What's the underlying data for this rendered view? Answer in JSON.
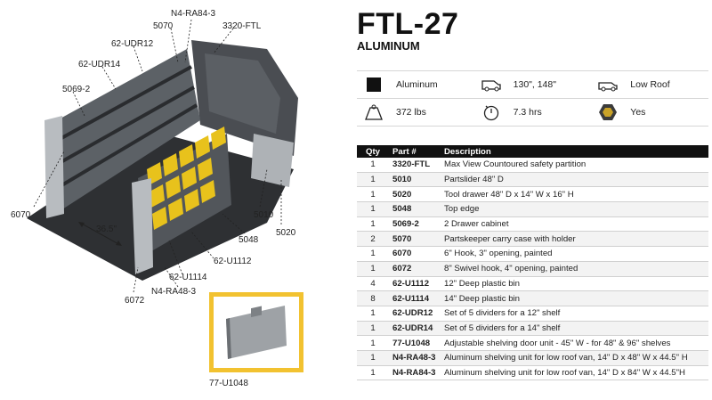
{
  "header": {
    "title": "FTL-27",
    "subtitle": "ALUMINUM"
  },
  "specs": [
    {
      "icon": "square-swatch-icon",
      "label": "Aluminum"
    },
    {
      "icon": "van-icon",
      "label": "130\", 148\""
    },
    {
      "icon": "low-roof-van-icon",
      "label": "Low Roof"
    },
    {
      "icon": "weight-icon",
      "label": "372 lbs"
    },
    {
      "icon": "timer-icon",
      "label": "7.3 hrs"
    },
    {
      "icon": "hex-badge-icon",
      "label": "Yes"
    }
  ],
  "parts_table": {
    "headers": [
      "Qty",
      "Part #",
      "Description"
    ],
    "rows": [
      {
        "qty": "1",
        "part": "3320-FTL",
        "desc": "Max View Countoured safety partition"
      },
      {
        "qty": "1",
        "part": "5010",
        "desc": "Partslider 48\" D"
      },
      {
        "qty": "1",
        "part": "5020",
        "desc": "Tool drawer 48\" D x 14\" W x 16\" H"
      },
      {
        "qty": "1",
        "part": "5048",
        "desc": "Top edge"
      },
      {
        "qty": "1",
        "part": "5069-2",
        "desc": "2 Drawer cabinet"
      },
      {
        "qty": "2",
        "part": "5070",
        "desc": "Partskeeper carry case with holder"
      },
      {
        "qty": "1",
        "part": "6070",
        "desc": "6\" Hook, 3\" opening, painted"
      },
      {
        "qty": "1",
        "part": "6072",
        "desc": "8\" Swivel hook, 4\" opening, painted"
      },
      {
        "qty": "4",
        "part": "62-U1112",
        "desc": "12\" Deep plastic bin"
      },
      {
        "qty": "8",
        "part": "62-U1114",
        "desc": "14\" Deep plastic bin"
      },
      {
        "qty": "1",
        "part": "62-UDR12",
        "desc": "Set of 5 dividers for a 12\" shelf"
      },
      {
        "qty": "1",
        "part": "62-UDR14",
        "desc": "Set of 5 dividers for a 14\" shelf"
      },
      {
        "qty": "1",
        "part": "77-U1048",
        "desc": "Adjustable shelving door unit - 45\" W - for 48\" & 96\" shelves"
      },
      {
        "qty": "1",
        "part": "N4-RA48-3",
        "desc": "Aluminum shelving unit for low roof van, 14\" D x 48\" W x 44.5\" H"
      },
      {
        "qty": "1",
        "part": "N4-RA84-3",
        "desc": "Aluminum shelving unit for low roof van, 14\" D x 84\" W x 44.5\"H"
      }
    ]
  },
  "callouts": {
    "n4_ra84_3": "N4-RA84-3",
    "c5070_top": "5070",
    "c3320": "3320-FTL",
    "udr12": "62-UDR12",
    "udr14": "62-UDR14",
    "c5069": "5069-2",
    "c6070": "6070",
    "dim": "36.5\"",
    "c5010": "5010",
    "c5048": "5048",
    "c5020": "5020",
    "u1112": "62-U1112",
    "u1114": "62-U1114",
    "n4_ra48_3": "N4-RA48-3",
    "c6072": "6072",
    "inset_label": "77-U1048"
  },
  "colors": {
    "bin_yellow": "#e8c21c",
    "shelf_gray": "#6b6f73",
    "inset_border": "#f2c230",
    "table_header": "#111111"
  }
}
